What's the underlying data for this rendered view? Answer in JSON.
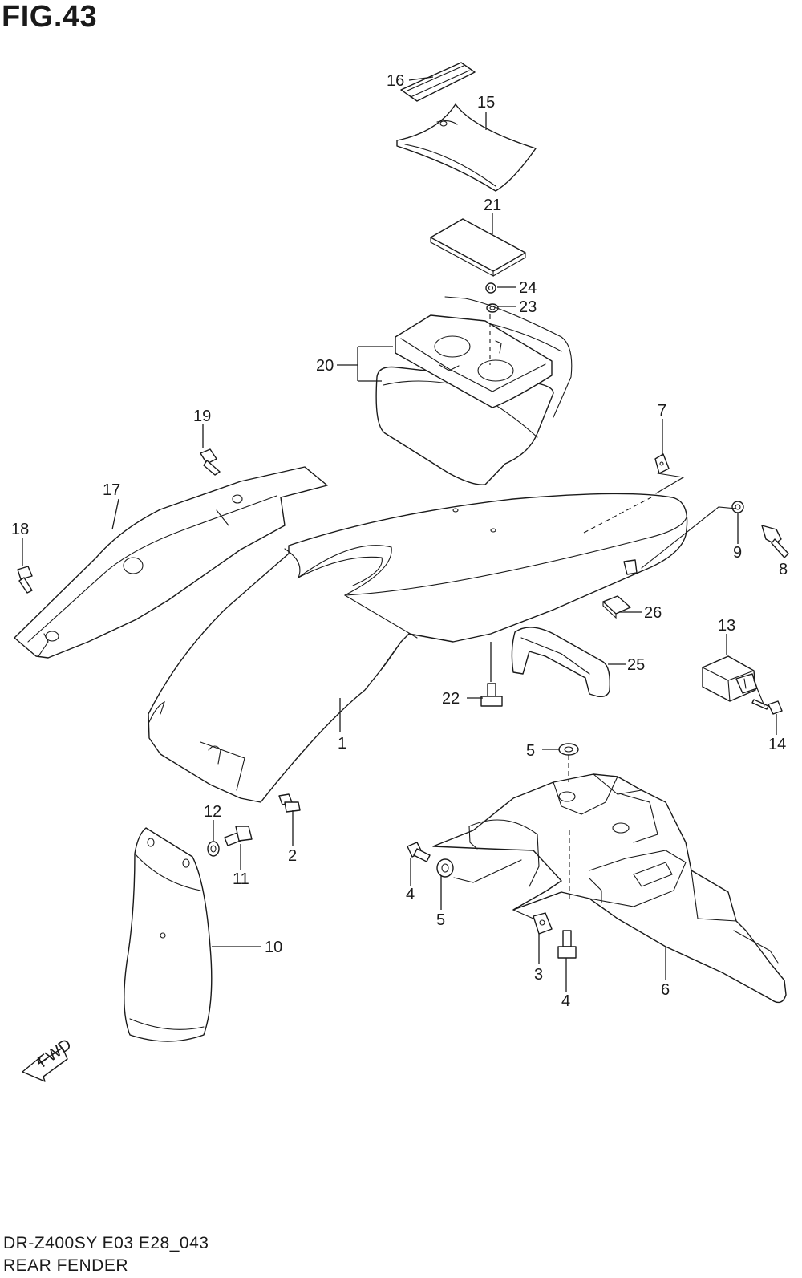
{
  "figure": {
    "title": "FIG.43",
    "model_code": "DR-Z400SY E03 E28_043",
    "section_name": "REAR FENDER"
  },
  "fwd_marker": "FWD",
  "callouts": [
    {
      "id": "c1",
      "label": "1"
    },
    {
      "id": "c2",
      "label": "2"
    },
    {
      "id": "c3",
      "label": "3"
    },
    {
      "id": "c4a",
      "label": "4"
    },
    {
      "id": "c4b",
      "label": "4"
    },
    {
      "id": "c5a",
      "label": "5"
    },
    {
      "id": "c5b",
      "label": "5"
    },
    {
      "id": "c6",
      "label": "6"
    },
    {
      "id": "c7",
      "label": "7"
    },
    {
      "id": "c8",
      "label": "8"
    },
    {
      "id": "c9",
      "label": "9"
    },
    {
      "id": "c10",
      "label": "10"
    },
    {
      "id": "c11",
      "label": "11"
    },
    {
      "id": "c12",
      "label": "12"
    },
    {
      "id": "c13",
      "label": "13"
    },
    {
      "id": "c14",
      "label": "14"
    },
    {
      "id": "c15",
      "label": "15"
    },
    {
      "id": "c16",
      "label": "16"
    },
    {
      "id": "c17",
      "label": "17"
    },
    {
      "id": "c18",
      "label": "18"
    },
    {
      "id": "c19",
      "label": "19"
    },
    {
      "id": "c20",
      "label": "20"
    },
    {
      "id": "c21",
      "label": "21"
    },
    {
      "id": "c22",
      "label": "22"
    },
    {
      "id": "c23",
      "label": "23"
    },
    {
      "id": "c24",
      "label": "24"
    },
    {
      "id": "c25",
      "label": "25"
    },
    {
      "id": "c26",
      "label": "26"
    }
  ]
}
